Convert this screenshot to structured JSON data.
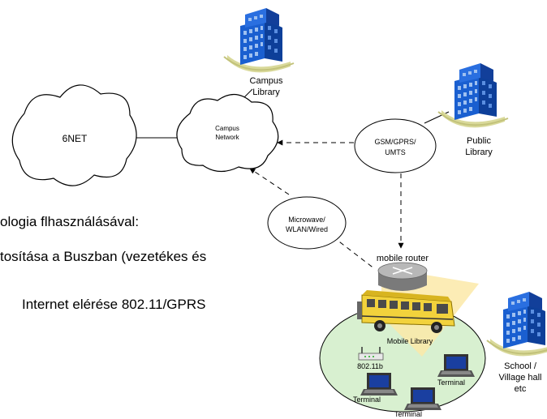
{
  "nodes": {
    "sixnet": "6NET",
    "campus_network_line1": "Campus",
    "campus_network_line2": "Network",
    "gsm_line1": "GSM/GPRS/",
    "gsm_line2": "UMTS",
    "microwave_line1": "Microwave/",
    "microwave_line2": "WLAN/Wired",
    "mobile_router": "mobile router",
    "mobile_library": "Mobile Library",
    "wifi_ap": "802.11b",
    "terminal": "Terminal"
  },
  "buildings": {
    "campus_library_line1": "Campus",
    "campus_library_line2": "Library",
    "public_library_line1": "Public",
    "public_library_line2": "Library",
    "school_line1": "School /",
    "school_line2": "Village hall",
    "school_line3": "etc"
  },
  "body_text": {
    "line1": "ologia flhasználásával:",
    "line2": "tosítása a Buszban (vezetékes és",
    "line3": "Internet elérése 802.11/GPRS"
  },
  "colors": {
    "building_blue": "#1a5fd0",
    "building_light": "#9ec0f0",
    "building_base": "#d9d99a",
    "local_area": "#d8f0d0",
    "bus_yellow": "#f2d23c",
    "router_gray": "#a8a8a8",
    "highlight": "#fbe9a8"
  },
  "icons": [
    "cloud-icon",
    "building-icon",
    "router-icon",
    "bus-icon",
    "wifi-access-point-icon",
    "laptop-icon"
  ]
}
